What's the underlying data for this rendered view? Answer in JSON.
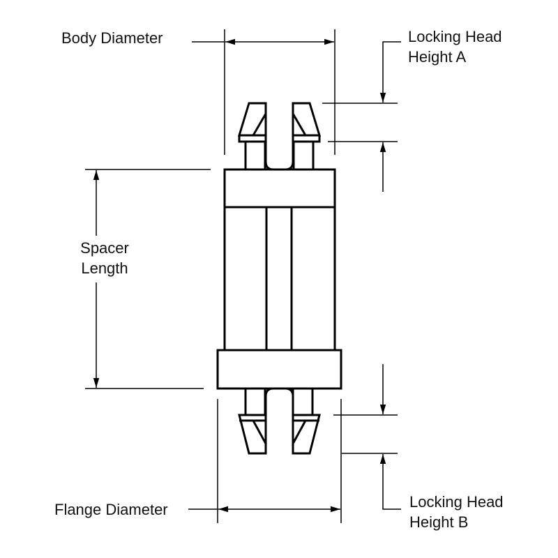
{
  "diagram": {
    "labels": {
      "body_diameter": "Body Diameter",
      "locking_head_a_line1": "Locking Head",
      "locking_head_a_line2": "Height A",
      "spacer_length_line1": "Spacer",
      "spacer_length_line2": "Length",
      "flange_diameter": "Flange Diameter",
      "locking_head_b_line1": "Locking Head",
      "locking_head_b_line2": "Height B"
    },
    "colors": {
      "line": "#000000",
      "background": "#ffffff"
    }
  }
}
